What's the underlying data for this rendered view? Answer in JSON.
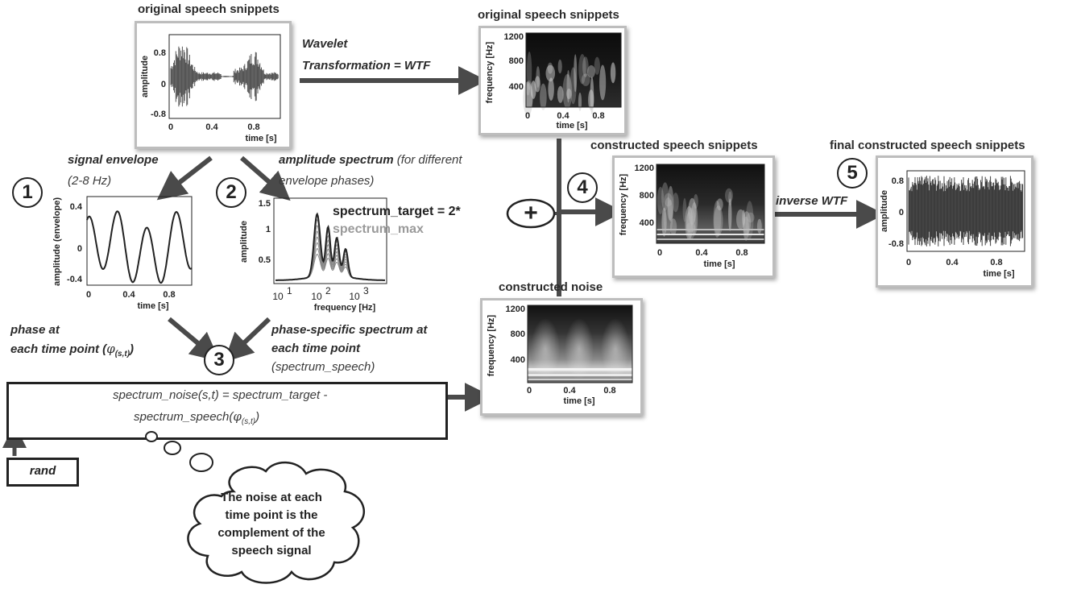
{
  "titles": {
    "orig_wave": "original speech snippets",
    "orig_spec": "original speech snippets",
    "constructed_speech": "constructed speech snippets",
    "final": "final constructed speech snippets",
    "noise": "constructed noise"
  },
  "arrows": {
    "wavelet_line1": "Wavelet",
    "wavelet_line2": "Transformation = WTF",
    "inverse": "inverse WTF"
  },
  "steps": [
    "1",
    "2",
    "3",
    "4",
    "5"
  ],
  "labels": {
    "envelope_title": "signal envelope",
    "envelope_sub": "(2-8 Hz)",
    "ampspec_title": "amplitude spectrum",
    "ampspec_rest": "(for different",
    "ampspec_sub": "envelope phases)",
    "spectrum_target": "spectrum_target = 2*",
    "spectrum_max": "spectrum_max",
    "phase_line1": "phase at",
    "phase_line2": "each time point (",
    "phase_sym": "φ",
    "phase_subscript": "(s,t)",
    "phase_close": ")",
    "phasespec_line1": "phase-specific spectrum at",
    "phasespec_line2": "each time point",
    "phasespec_line3": "(spectrum_speech)",
    "formula_line1": "spectrum_noise(s,t) = spectrum_target -",
    "formula_line2": "spectrum_speech(",
    "formula_sym": "φ",
    "formula_subscript": "(s,t)",
    "formula_close": ")",
    "rand": "rand",
    "plus": "+",
    "cloud_l1": "The noise at each",
    "cloud_l2": "time point is the",
    "cloud_l3": "complement of the",
    "cloud_l4": "speech signal"
  },
  "axes": {
    "amplitude": "amplitude",
    "amplitude_env": "amplitude (envelope)",
    "frequency_hz": "frequency [Hz]",
    "time_s": "time [s]",
    "frequency_hz_short": "frequency [Hz]",
    "wave_yticks": [
      "0.8",
      "0",
      "-0.8"
    ],
    "time_ticks": [
      "0",
      "0.4",
      "0.8"
    ],
    "env_yticks": [
      "0.4",
      "0",
      "-0.4"
    ],
    "freq_yticks": [
      "1200",
      "800",
      "400"
    ],
    "amp_yticks": [
      "1.5",
      "1",
      "0.5"
    ],
    "spec_xticks": [
      "10",
      "10",
      "10"
    ],
    "spec_xexp": [
      "1",
      "2",
      "3"
    ]
  },
  "colors": {
    "panel_border": "#bdbdbd",
    "arrow": "#4a4a4a",
    "ink": "#222222"
  }
}
